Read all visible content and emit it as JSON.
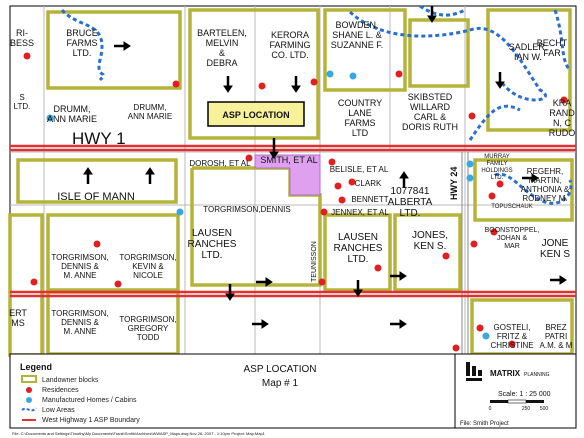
{
  "map": {
    "title": "ASP LOCATION",
    "subtitle": "Map # 1",
    "callout": "ASP LOCATION",
    "highway_label": "HWY 1",
    "highway24_label": "HWY 24",
    "unlabeled_road": "TEUNISSON",
    "parcels": [
      {
        "id": "bruce",
        "text": [
          "BRUCE",
          "FARMS",
          "LTD."
        ]
      },
      {
        "id": "bartelen",
        "text": [
          "BARTELEN,",
          "MELVIN",
          "&",
          "DEBRA"
        ]
      },
      {
        "id": "kerora",
        "text": [
          "KERORA",
          "FARMING",
          "CO. LTD."
        ]
      },
      {
        "id": "bowden",
        "text": [
          "BOWDEN,",
          "SHANE L. &",
          "SUZANNE F."
        ]
      },
      {
        "id": "sadler",
        "text": [
          "SADLER,",
          "IAN W."
        ]
      },
      {
        "id": "becht",
        "text": [
          "BECHT",
          "FAR"
        ]
      },
      {
        "id": "drumm1",
        "text": [
          "DRUMM,",
          "ANN MARIE"
        ]
      },
      {
        "id": "drumm2",
        "text": [
          "DRUMM,",
          "ANN MARIE"
        ]
      },
      {
        "id": "country",
        "text": [
          "COUNTRY",
          "LANE",
          "FARMS",
          "LTD"
        ]
      },
      {
        "id": "skibsted",
        "text": [
          "SKIBSTED",
          "WILLARD",
          "CARL &",
          "DORIS RUTH"
        ]
      },
      {
        "id": "krar",
        "text": [
          "KRA",
          "RAND",
          "N, C",
          "RUDO"
        ]
      },
      {
        "id": "dorosh",
        "text": [
          "DOROSH, ET AL"
        ]
      },
      {
        "id": "smith",
        "text": [
          "SMITH, ET AL"
        ]
      },
      {
        "id": "belisle",
        "text": [
          "BELISLE, ET AL"
        ]
      },
      {
        "id": "clark",
        "text": [
          "CLARK"
        ]
      },
      {
        "id": "bennett",
        "text": [
          "BENNETT"
        ]
      },
      {
        "id": "jennex",
        "text": [
          "JENNEX, ET AL"
        ]
      },
      {
        "id": "alberta",
        "text": [
          "1077841",
          "ALBERTA",
          "LTD."
        ]
      },
      {
        "id": "murray",
        "text": [
          "MURRAY",
          "FAMILY",
          "HOLDINGS",
          "LTD."
        ]
      },
      {
        "id": "regehr",
        "text": [
          "REGEHR,",
          "MARTIN,",
          "ANTHONIA &",
          "RODNEY M."
        ]
      },
      {
        "id": "topuschauk",
        "text": [
          "TOPUSCHAUK"
        ]
      },
      {
        "id": "isle",
        "text": [
          "ISLE OF MANN"
        ]
      },
      {
        "id": "torg_dennis_top",
        "text": [
          "TORGRIMSON,DENNIS"
        ]
      },
      {
        "id": "lausen1",
        "text": [
          "LAUSEN",
          "RANCHES",
          "LTD."
        ]
      },
      {
        "id": "lausen2",
        "text": [
          "LAUSEN",
          "RANCHES",
          "LTD."
        ]
      },
      {
        "id": "jones1",
        "text": [
          "JONES,",
          "KEN S."
        ]
      },
      {
        "id": "jones2",
        "text": [
          "JONE",
          "KEN S"
        ]
      },
      {
        "id": "boonstoppel",
        "text": [
          "BOONSTOPPEL,",
          "JOHAN &",
          "MAR"
        ]
      },
      {
        "id": "torg_dm1",
        "text": [
          "TORGRIMSON,",
          "DENNIS &",
          "M. ANNE"
        ]
      },
      {
        "id": "torg_kn",
        "text": [
          "TORGRIMSON,",
          "KEVIN &",
          "NICOLE"
        ]
      },
      {
        "id": "torg_dm2",
        "text": [
          "TORGRIMSON,",
          "DENNIS &",
          "M. ANNE"
        ]
      },
      {
        "id": "torg_gt",
        "text": [
          "TORGRIMSON,",
          "GREGORY",
          "TODD"
        ]
      },
      {
        "id": "gosteli",
        "text": [
          "GOSTELI,",
          "FRITZ &",
          "CHRISTINE"
        ]
      },
      {
        "id": "brez",
        "text": [
          "BREZ",
          "PATRI",
          "A.M. & M"
        ]
      },
      {
        "id": "leftcol1",
        "text": [
          "RI-",
          "BESS"
        ]
      },
      {
        "id": "leftcol2",
        "text": [
          "S",
          "LTD."
        ]
      },
      {
        "id": "leftcol3",
        "text": [
          "ERT",
          "MS"
        ]
      }
    ]
  },
  "legend": {
    "title": "Legend",
    "items": [
      {
        "label": "Landowner blocks"
      },
      {
        "label": "Residences"
      },
      {
        "label": "Manufactured Homes / Cabins"
      },
      {
        "label": "Low Areas"
      },
      {
        "label": "West Highway 1 ASP Boundary"
      }
    ]
  },
  "logo": {
    "name": "MATRIX",
    "suffix": "PLANNING"
  },
  "scale": {
    "text": "Scale: 1 : 25 000",
    "ticks": [
      "0",
      "250",
      "500"
    ]
  },
  "file_line": "File: C:\\Documents and Settings\\Timothy\\My Documents\\Frank\\Smith\\Archives\\WWASP_Maps.dwg Nov 26, 2007 - 1:10pm  Project:  Map:Map1",
  "file_name": "File: Smith Project",
  "colors": {
    "block_outline": "#b5b33a",
    "residence": "#e02020",
    "cabin": "#3aa8e0",
    "low_area": "#2a6fd0",
    "asp_boundary": "#e03030",
    "asp_site": "#e0a0f0"
  }
}
